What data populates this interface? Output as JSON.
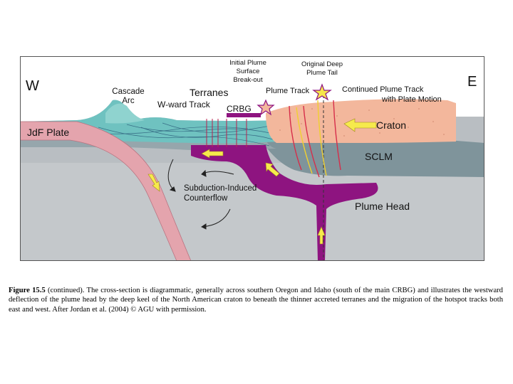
{
  "diagram": {
    "labels": {
      "west": "W",
      "east": "E",
      "cascade_line1": "Cascade",
      "cascade_line2": "Arc",
      "terranes": "Terranes",
      "wward_track": "W-ward Track",
      "crbg": "CRBG",
      "initial_line1": "Initial Plume",
      "initial_line2": "Surface",
      "initial_line3": "Break-out",
      "original_line1": "Original Deep",
      "original_line2": "Plume Tail",
      "plume_track": "Plume Track",
      "continued_line1": "Continued Plume Track",
      "continued_line2": "with Plate Motion",
      "craton": "Craton",
      "jdf_plate": "JdF Plate",
      "sclm": "SCLM",
      "counterflow_line1": "Subduction-Induced",
      "counterflow_line2": "Counterflow",
      "plume_head": "Plume Head"
    },
    "colors": {
      "mantle": "#b9bec2",
      "crust_terrane": "#6fc2c0",
      "crust_terrane_upper": "#8fd3cf",
      "craton": "#f3b79c",
      "sclm": "#7f949b",
      "jdf_plate": "#e4a4ad",
      "plume": "#8e1480",
      "yellow_arrow": "#f6ea4c",
      "star": "#f6e64a"
    }
  },
  "caption": {
    "figure_label": "Figure 15.5",
    "text": "(continued). The cross-section is diagrammatic, generally across southern Oregon and Idaho (south of the main CRBG) and illustrates the westward deflection of the plume head by the deep keel of the North American craton to beneath the thinner accreted terranes and the migration of the hotspot tracks both east and west. After Jordan et al. (2004) © AGU with permission."
  }
}
